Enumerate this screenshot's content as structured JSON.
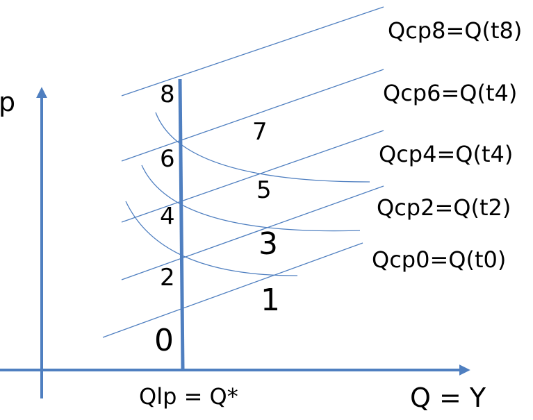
{
  "colors": {
    "axis": "#4f7fc0",
    "curve": "#4f7fc0",
    "text": "#000000"
  },
  "axes": {
    "y_label": "p",
    "x_label": "Q = Y"
  },
  "vertical_line_label": "Qlp = Q*",
  "curve_labels": [
    "Qcp8=Q(t8)",
    "Qcp6=Q(t4)",
    "Qcp4=Q(t4)",
    "Qcp2=Q(t2)",
    "Qcp0=Q(t0)"
  ],
  "region_numbers": [
    "8",
    "7",
    "6",
    "5",
    "4",
    "3",
    "2",
    "1",
    "0"
  ]
}
